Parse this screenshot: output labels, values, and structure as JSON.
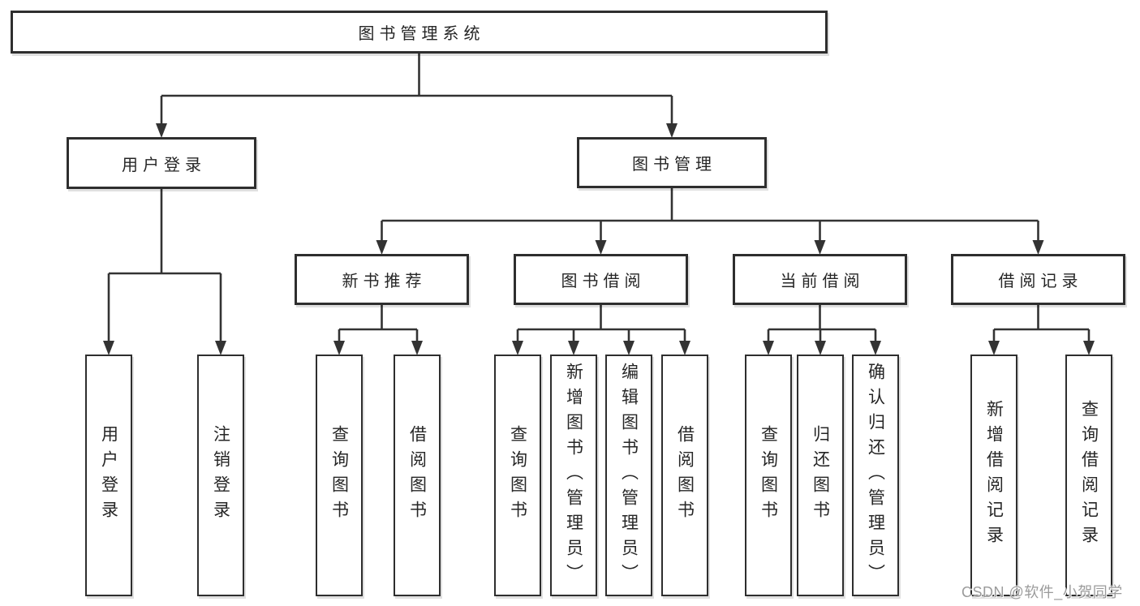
{
  "tree": {
    "root": {
      "label": "图书管理系统"
    },
    "children": [
      {
        "label": "用户登录",
        "children": [
          {
            "label": "用户登录"
          },
          {
            "label": "注销登录"
          }
        ]
      },
      {
        "label": "图书管理",
        "children": [
          {
            "label": "新书推荐",
            "children": [
              {
                "label": "查询图书"
              },
              {
                "label": "借阅图书"
              }
            ]
          },
          {
            "label": "图书借阅",
            "children": [
              {
                "label": "查询图书"
              },
              {
                "label": "新增图书（管理员）"
              },
              {
                "label": "编辑图书（管理员）"
              },
              {
                "label": "借阅图书"
              }
            ]
          },
          {
            "label": "当前借阅",
            "children": [
              {
                "label": "查询图书"
              },
              {
                "label": "归还图书"
              },
              {
                "label": "确认归还（管理员）"
              }
            ]
          },
          {
            "label": "借阅记录",
            "children": [
              {
                "label": "新增借阅记录"
              },
              {
                "label": "查询借阅记录"
              }
            ]
          }
        ]
      }
    ]
  },
  "watermark": {
    "text": "CSDN @软件_小贺同学"
  },
  "colors": {
    "line": "#333333",
    "box_border": "#2e2e2e",
    "text": "#262626",
    "watermark": "#9b9b9b"
  }
}
